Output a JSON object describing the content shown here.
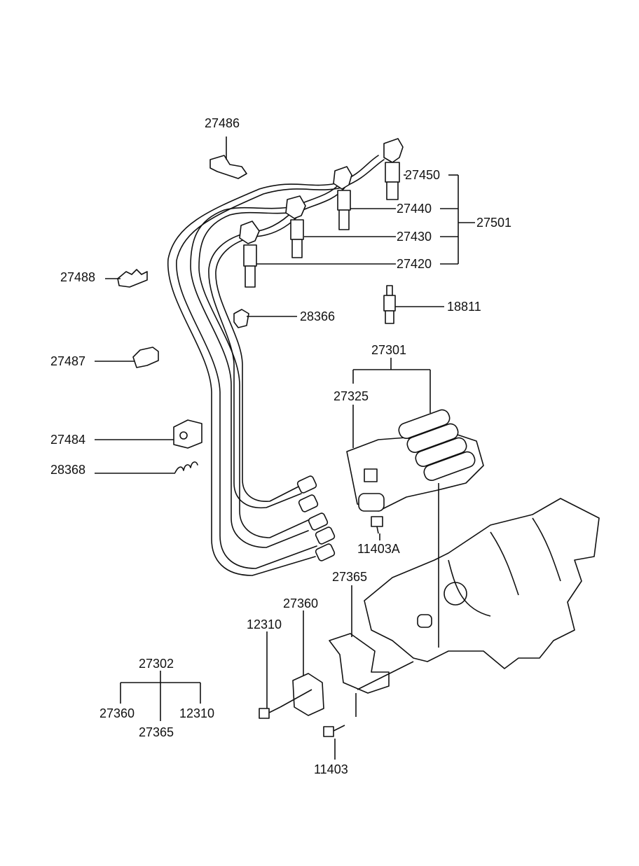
{
  "diagram": {
    "part_numbers": {
      "p27486": "27486",
      "p27450": "27450",
      "p27440": "27440",
      "p27501": "27501",
      "p27430": "27430",
      "p27420": "27420",
      "p27488": "27488",
      "p28366": "28366",
      "p18811": "18811",
      "p27487": "27487",
      "p27301": "27301",
      "p27325": "27325",
      "p27484": "27484",
      "p28368": "28368",
      "p11403A": "11403A",
      "p27365": "27365",
      "p27360": "27360",
      "p12310": "12310",
      "p27302": "27302",
      "p27360b": "27360",
      "p12310b": "12310",
      "p27365b": "27365",
      "p11403": "11403"
    }
  }
}
